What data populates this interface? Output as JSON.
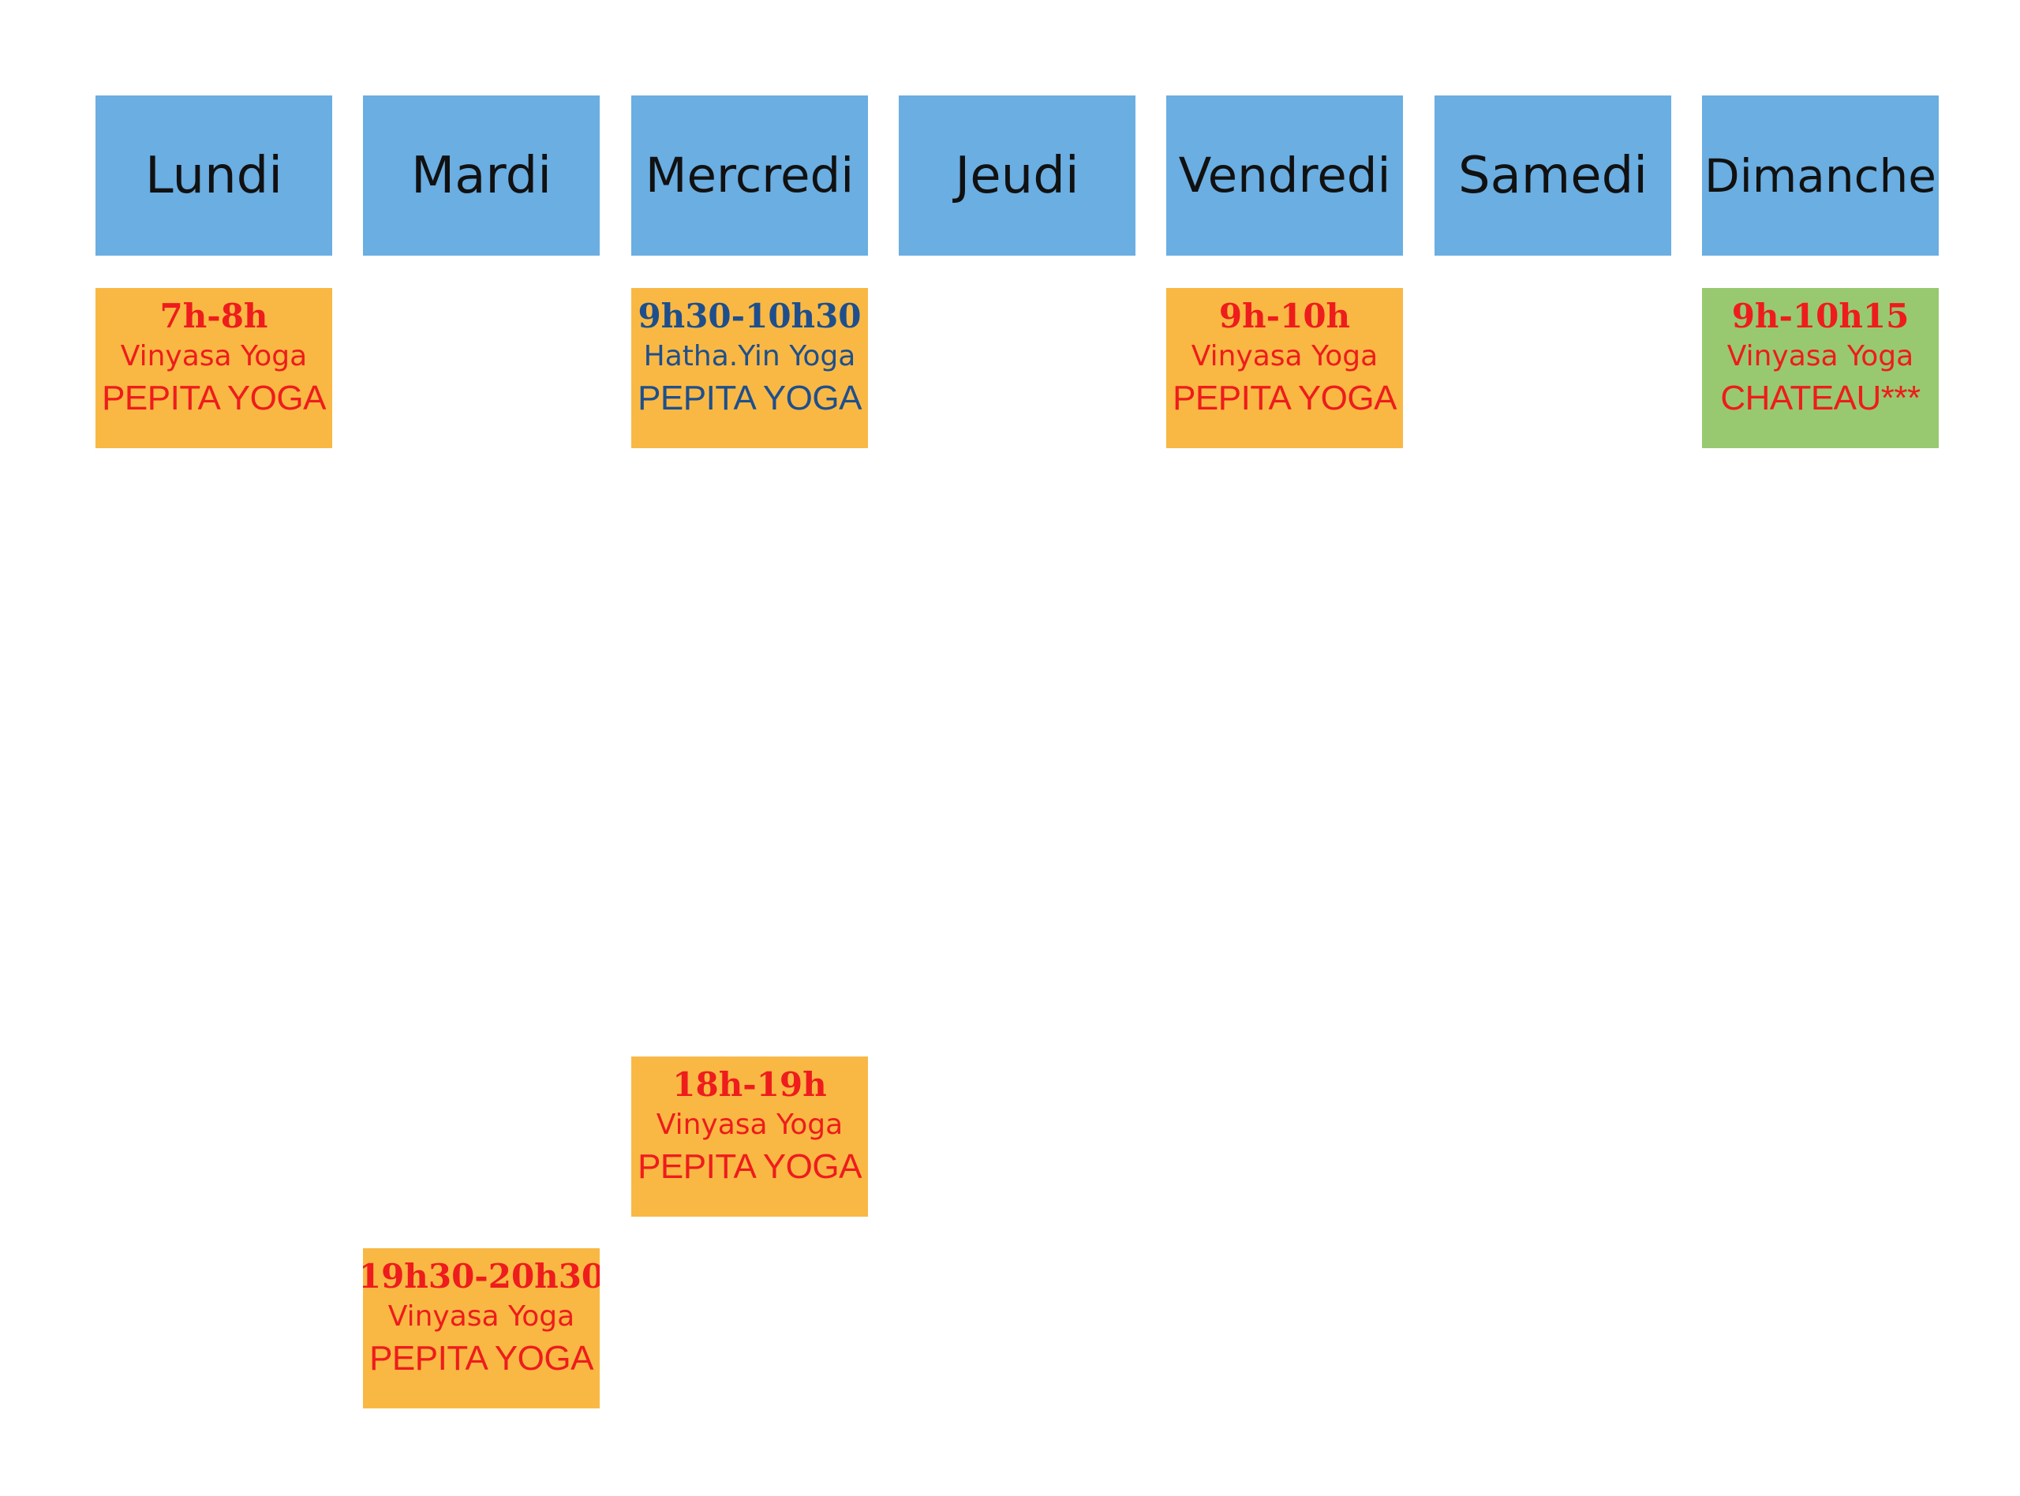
{
  "days": [
    {
      "label": "Lundi"
    },
    {
      "label": "Mardi"
    },
    {
      "label": "Mercredi"
    },
    {
      "label": "Jeudi"
    },
    {
      "label": "Vendredi"
    },
    {
      "label": "Samedi"
    },
    {
      "label": "Dimanche"
    }
  ],
  "sessions": {
    "lundi_morning": {
      "time": "7h-8h",
      "style": "Vinyasa Yoga",
      "place": "PEPITA YOGA"
    },
    "mercredi_morning": {
      "time": "9h30-10h30",
      "style": "Hatha.Yin Yoga",
      "place": "PEPITA YOGA"
    },
    "vendredi_morning": {
      "time": "9h-10h",
      "style": "Vinyasa Yoga",
      "place": "PEPITA YOGA"
    },
    "dimanche_morning": {
      "time": "9h-10h15",
      "style": "Vinyasa Yoga",
      "place": "CHATEAU***"
    },
    "mercredi_evening": {
      "time": "18h-19h",
      "style": "Vinyasa Yoga",
      "place": "PEPITA YOGA"
    },
    "mardi_evening": {
      "time": "19h30-20h30",
      "style": "Vinyasa Yoga",
      "place": "PEPITA YOGA"
    }
  },
  "colors": {
    "header_bg": "#6aaee2",
    "session_orange": "#f9b844",
    "session_green": "#98c970",
    "text_red": "#ee1c1c",
    "text_blue": "#1e4f8c"
  }
}
